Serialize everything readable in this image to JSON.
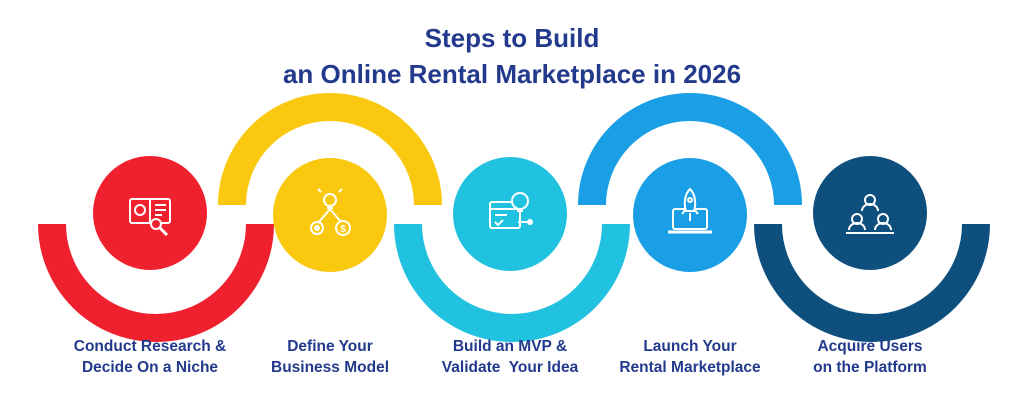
{
  "title": {
    "line1": "Steps to Build",
    "line2": "an Online Rental Marketplace in 2026"
  },
  "steps": [
    {
      "line1": "Conduct Research &",
      "line2": "Decide On a Niche",
      "color": "#f0212f",
      "icon": "research-gear-magnifier-icon"
    },
    {
      "line1": "Define Your",
      "line2": "Business Model",
      "color": "#f9c80f",
      "icon": "lightbulb-gear-dollar-icon"
    },
    {
      "line1": "Build an MVP &",
      "line2": "Validate  Your Idea",
      "color": "#21c2df",
      "icon": "dashboard-lightbulb-icon"
    },
    {
      "line1": "Launch Your",
      "line2": "Rental Marketplace",
      "color": "#1a9fe6",
      "icon": "rocket-laptop-icon"
    },
    {
      "line1": "Acquire Users",
      "line2": "on the Platform",
      "color": "#0e4f7e",
      "icon": "users-network-icon"
    }
  ],
  "colors": {
    "title": "#233a8c",
    "label": "#233a8c"
  }
}
